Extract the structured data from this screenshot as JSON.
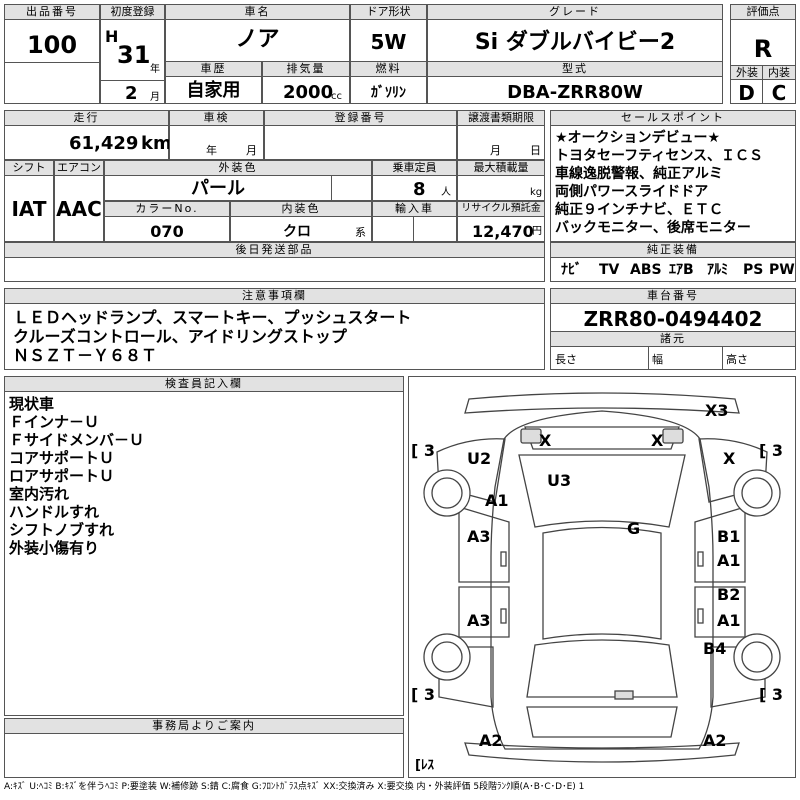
{
  "lot": {
    "label": "出品番号",
    "value": "100"
  },
  "registration": {
    "label": "初度登録",
    "era": "H",
    "year": "31",
    "year_unit": "年",
    "month": "2",
    "month_unit": "月"
  },
  "car_name": {
    "label": "車名",
    "value": "ノア"
  },
  "door": {
    "label": "ドア形状",
    "value": "5W"
  },
  "grade": {
    "label": "グレード",
    "value": "Si ダブルバイビー2"
  },
  "score": {
    "label": "評価点",
    "value": "R",
    "exterior_label": "外装",
    "interior_label": "内装",
    "exterior": "D",
    "interior": "C"
  },
  "history": {
    "label": "車歴",
    "value": "自家用"
  },
  "displacement": {
    "label": "排気量",
    "value": "2000",
    "unit": "cc"
  },
  "fuel": {
    "label": "燃料",
    "value": "ｶﾞｿﾘﾝ"
  },
  "model": {
    "label": "型式",
    "value": "DBA-ZRR80W"
  },
  "mileage": {
    "label": "走行",
    "value": "61,429",
    "unit": "km"
  },
  "inspection": {
    "label": "車検",
    "year_unit": "年",
    "month_unit": "月"
  },
  "reg_number": {
    "label": "登録番号"
  },
  "transfer_deadline": {
    "label": "譲渡書類期限",
    "month_unit": "月",
    "day_unit": "日"
  },
  "shift": {
    "label": "シフト",
    "value": "IAT"
  },
  "aircon": {
    "label": "エアコン",
    "value": "AAC"
  },
  "color": {
    "label": "外装色",
    "value": "パール"
  },
  "capacity": {
    "label": "乗車定員",
    "value": "8",
    "unit": "人"
  },
  "max_load": {
    "label": "最大積載量",
    "unit": "kg"
  },
  "color_no": {
    "label": "カラーNo.",
    "value": "070"
  },
  "interior_color": {
    "label": "内装色",
    "value": "クロ",
    "unit": "系"
  },
  "import": {
    "label": "輸入車"
  },
  "recycle": {
    "label": "リサイクル預託金",
    "value": "12,470",
    "unit": "円"
  },
  "later_parts": {
    "label": "後日発送部品"
  },
  "sales_points": {
    "label": "セールスポイント",
    "lines": [
      "★オークションデビュー★",
      "トヨタセーフティセンス、ＩＣＳ",
      "車線逸脱警報、純正アルミ",
      "両側パワースライドドア",
      "純正９インチナビ、ＥＴＣ",
      "バックモニター、後席モニター"
    ]
  },
  "equipment": {
    "label": "純正装備",
    "items": [
      "ﾅﾋﾞ",
      "TV",
      "ABS",
      "ｴｱB",
      "ｱﾙﾐ",
      "PS",
      "PW"
    ]
  },
  "notes": {
    "label": "注意事項欄",
    "lines": [
      "ＬＥＤヘッドランプ、スマートキー、プッシュスタート",
      "クルーズコントロール、アイドリングストップ",
      "ＮＳＺＴ－Ｙ６８Ｔ"
    ]
  },
  "chassis": {
    "label": "車台番号",
    "value": "ZRR80-0494402"
  },
  "specs": {
    "label": "諸元",
    "length": "長さ",
    "width": "幅",
    "height": "高さ"
  },
  "inspector": {
    "label": "検査員記入欄",
    "lines": [
      "現状車",
      "Ｆインナ－Ｕ",
      "Ｆサイドメンバ－Ｕ",
      "コアサポートＵ",
      "ロアサポートＵ",
      "室内汚れ",
      "ハンドルすれ",
      "シフトノブすれ",
      "外装小傷有り"
    ]
  },
  "office": {
    "label": "事務局よりご案内"
  },
  "damage": {
    "x3": "X3",
    "x_left": "X",
    "x_right": "X",
    "u2": "U2",
    "x_fr": "X",
    "u3": "U3",
    "a1_l": "A1",
    "g": "G",
    "a3_1": "A3",
    "b1": "B1",
    "a1_r1": "A1",
    "a3_2": "A3",
    "b2": "B2",
    "a1_r2": "A1",
    "b4": "B4",
    "a2_l": "A2",
    "a2_r": "A2",
    "tire_fl": "[ 3",
    "tire_fr": "[ 3",
    "tire_rl": "[ 3",
    "tire_rr": "[ 3",
    "spare": "[ﾚｽ"
  },
  "legend": "A:ｷｽﾞ U:ﾍｺﾐ B:ｷｽﾞを伴うﾍｺﾐ P:要塗装 W:補修跡 S:錆 C:腐食 G:ﾌﾛﾝﾄｶﾞﾗｽ点ｷｽﾞ XX:交換済み X:要交換 内・外装評価 5段階ﾗﾝｸ順(A･B･C･D･E) 1"
}
